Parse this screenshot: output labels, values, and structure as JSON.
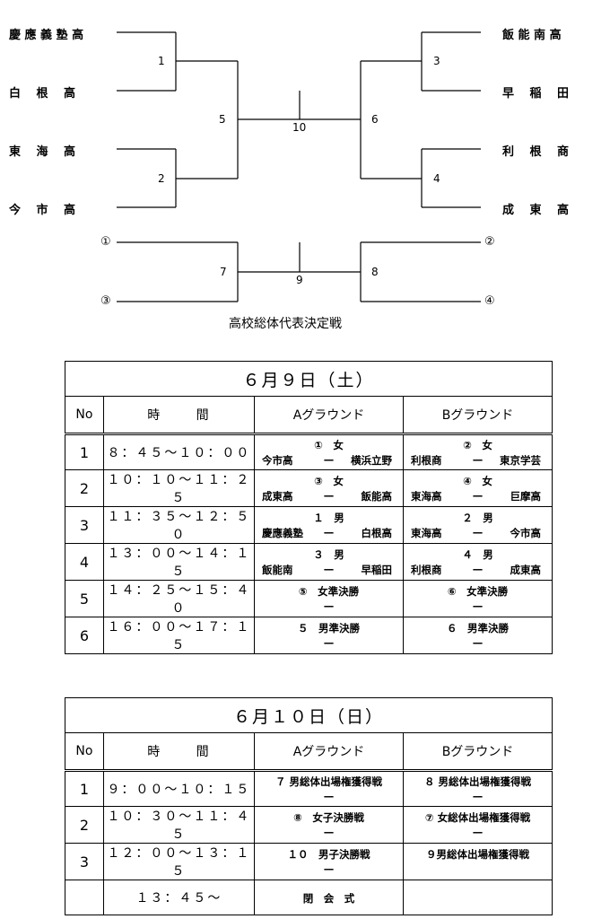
{
  "bracket": {
    "left_teams": [
      "慶 應 義 塾 高",
      "白　 根 　高",
      "東 　海 　高",
      "今 　市 　高"
    ],
    "right_teams": [
      "飯 能 南 高",
      "早 　稲 　田",
      "利 　根 　商",
      "成 　東 　高"
    ],
    "match_numbers": [
      "1",
      "2",
      "3",
      "4",
      "5",
      "6",
      "10",
      "7",
      "8",
      "9"
    ],
    "seeds": [
      "①",
      "③",
      "②",
      "④"
    ],
    "title": "高校総体代表決定戦"
  },
  "saturday": {
    "title": "６月９日（土）",
    "headers": {
      "no": "No",
      "time": "時　　 間",
      "a": "Aグラウンド",
      "b": "Bグラウンド"
    },
    "rows": [
      {
        "no": "1",
        "time": "８：４５～１０：００",
        "a_top": "①　女",
        "a_left": "今市高",
        "a_mid": "—",
        "a_right": "横浜立野",
        "b_top": "②　女",
        "b_left": "利根商",
        "b_mid": "—",
        "b_right": "東京学芸"
      },
      {
        "no": "2",
        "time": "１０：１０～１１：２５",
        "a_top": "③　女",
        "a_left": "成東高",
        "a_mid": "—",
        "a_right": "飯能高",
        "b_top": "④　女",
        "b_left": "東海高",
        "b_mid": "—",
        "b_right": "巨摩高"
      },
      {
        "no": "3",
        "time": "１１：３５～１２：５０",
        "a_top": "１　男",
        "a_left": "慶應義塾",
        "a_mid": "—",
        "a_right": "白根高",
        "b_top": "２　男",
        "b_left": "東海高",
        "b_mid": "—",
        "b_right": "今市高"
      },
      {
        "no": "4",
        "time": "１３：００～１４：１５",
        "a_top": "３　男",
        "a_left": "飯能南",
        "a_mid": "—",
        "a_right": "早稲田",
        "b_top": "４　男",
        "b_left": "利根商",
        "b_mid": "—",
        "b_right": "成東高"
      },
      {
        "no": "5",
        "time": "１４：２５～１５：４０",
        "a_top": "⑤　女準決勝",
        "a_left": "",
        "a_mid": "—",
        "a_right": "",
        "b_top": "⑥　女準決勝",
        "b_left": "",
        "b_mid": "—",
        "b_right": ""
      },
      {
        "no": "6",
        "time": "１６：００～１７：１５",
        "a_top": "５　男準決勝",
        "a_left": "",
        "a_mid": "—",
        "a_right": "",
        "b_top": "６　男準決勝",
        "b_left": "",
        "b_mid": "—",
        "b_right": ""
      }
    ]
  },
  "sunday": {
    "title": "６月１０日（日）",
    "headers": {
      "no": "No",
      "time": "時　　 間",
      "a": "Aグラウンド",
      "b": "Bグラウンド"
    },
    "rows": [
      {
        "no": "1",
        "time": "９：００～１０：１５",
        "a_top": "７ 男総体出場権獲得戦",
        "a_mid": "—",
        "b_top": "８ 男総体出場権獲得戦",
        "b_mid": "—"
      },
      {
        "no": "2",
        "time": "１０：３０～１１：４５",
        "a_top": "⑧　女子決勝戦",
        "a_mid": "—",
        "b_top": "⑦ 女総体出場権獲得戦",
        "b_mid": "—"
      },
      {
        "no": "3",
        "time": "１２：００～１３：１５",
        "a_top": "１０　男子決勝戦",
        "a_mid": "—",
        "b_top": "９男総体出場権獲得戦",
        "b_mid": ""
      },
      {
        "no": "",
        "time": "１３：４５～",
        "a_center": "閉　会　式",
        "b_center": ""
      }
    ]
  }
}
